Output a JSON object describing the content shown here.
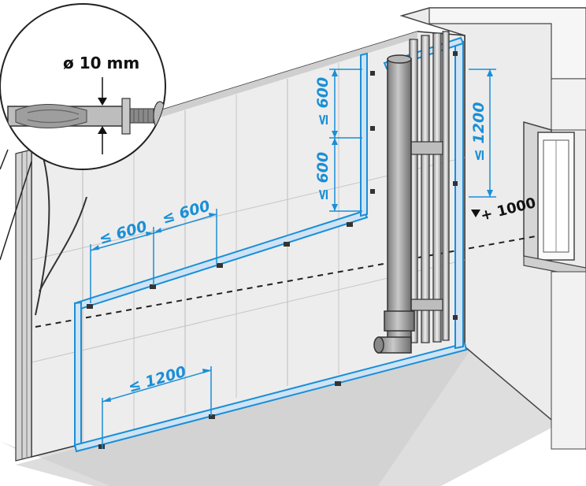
{
  "detail": {
    "anchor_label": "ø 10 mm"
  },
  "dimensions": {
    "horizontal_spacing_1": "≤ 600",
    "horizontal_spacing_2": "≤ 600",
    "vertical_spacing_upper": "≤ 600",
    "vertical_spacing_lower": "≤ 600",
    "bottom_spacing": "≤ 1200",
    "right_height": "≤ 1200",
    "reference_height": "+ 1000"
  },
  "colors": {
    "accent_blue": "#1a8fd6",
    "rail_blue": "#cfe3f5",
    "wall_grey": "#e9e9e9",
    "floor_grey": "#dcdcdc",
    "pipe_grey": "#9a9a9a",
    "line_dark": "#222222"
  }
}
